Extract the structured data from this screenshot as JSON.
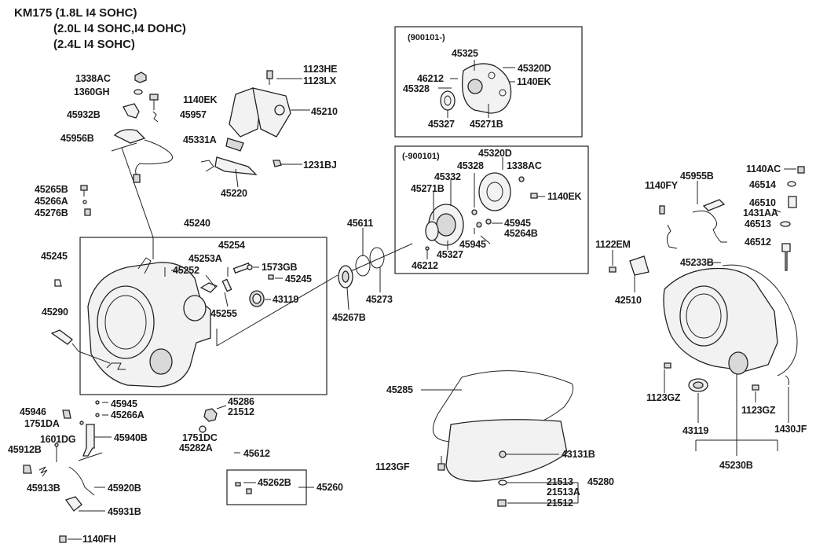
{
  "header": {
    "model": "KM175 (1.8L I4 SOHC)",
    "line2": "(2.0L I4 SOHC,I4 DOHC)",
    "line3": "(2.4L I4 SOHC)"
  },
  "notes": {
    "box_a_range": "(900101-)",
    "box_b_range": "(-900101)"
  },
  "labels": {
    "p1338AC": "1338AC",
    "p1360GH": "1360GH",
    "p1140EK_a": "1140EK",
    "p45932B": "45932B",
    "p45957": "45957",
    "p45956B": "45956B",
    "p1123HE": "1123HE",
    "p1123LX": "1123LX",
    "p45210": "45210",
    "p45331A": "45331A",
    "p1231BJ": "1231BJ",
    "p45220": "45220",
    "p45265B": "45265B",
    "p45266A_a": "45266A",
    "p45276B": "45276B",
    "p45240": "45240",
    "p45254": "45254",
    "p45253A": "45253A",
    "p1573GB": "1573GB",
    "p45252": "45252",
    "p45245_a": "45245",
    "p45245_b": "45245",
    "p43119_a": "43119",
    "p45255": "45255",
    "p45290": "45290",
    "p45325": "45325",
    "p45320D_a": "45320D",
    "p46212_a": "46212",
    "p45328_a": "45328",
    "p1140EK_b": "1140EK",
    "p45327_a": "45327",
    "p45271B_a": "45271B",
    "p45320D_b": "45320D",
    "p45332": "45332",
    "p45328_b": "45328",
    "p1338AC_b": "1338AC",
    "p45271B_b": "45271B",
    "p1140EK_c": "1140EK",
    "p45945_a": "45945",
    "p45264B": "45264B",
    "p45945_b": "45945",
    "p45327_b": "45327",
    "p46212_b": "46212",
    "p45611": "45611",
    "p45273": "45273",
    "p45267B": "45267B",
    "p45955B": "45955B",
    "p1140FY": "1140FY",
    "p1140AC": "1140AC",
    "p46514": "46514",
    "p46510": "46510",
    "p1431AA": "1431AA",
    "p46513": "46513",
    "p46512": "46512",
    "p1122EM": "1122EM",
    "p45233B": "45233B",
    "p42510": "42510",
    "p45285": "45285",
    "p1123GZ_a": "1123GZ",
    "p1123GZ_b": "1123GZ",
    "p43119_b": "43119",
    "p1430JF": "1430JF",
    "p45230B": "45230B",
    "p45945_c": "45945",
    "p45946": "45946",
    "p45266A_b": "45266A",
    "p1751DA": "1751DA",
    "p45940B": "45940B",
    "p1601DG": "1601DG",
    "p45912B": "45912B",
    "p45913B": "45913B",
    "p45920B": "45920B",
    "p45931B": "45931B",
    "p1140FH": "1140FH",
    "p45286": "45286",
    "p21512_a": "21512",
    "p1751DC": "1751DC",
    "p45282A": "45282A",
    "p45612": "45612",
    "p45262B": "45262B",
    "p45260": "45260",
    "p43131B": "43131B",
    "p1123GF": "1123GF",
    "p21513": "21513",
    "p21513A": "21513A",
    "p45280": "45280",
    "p21512_b": "21512"
  }
}
